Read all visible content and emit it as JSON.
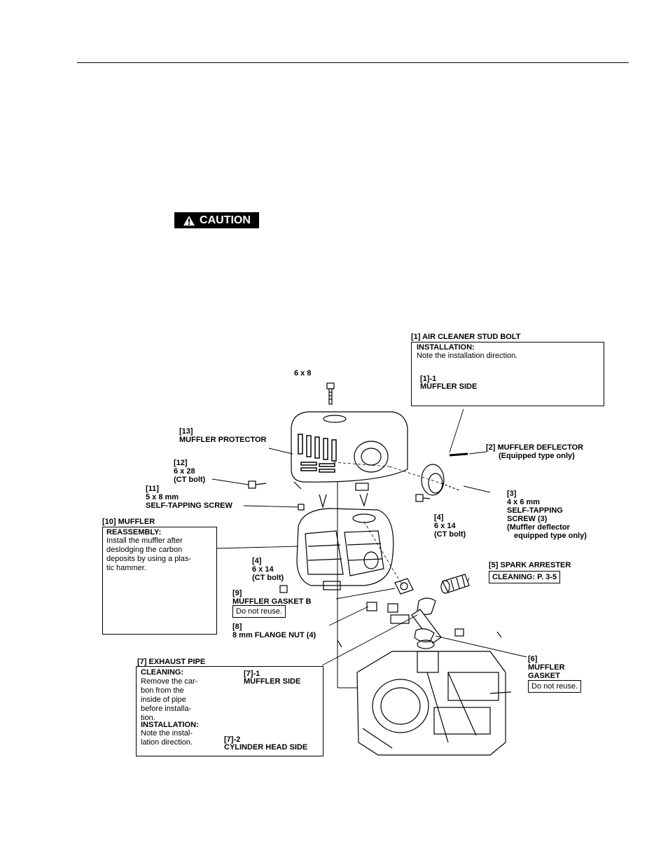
{
  "caution": {
    "label": "CAUTION",
    "icon": "warning-triangle-icon"
  },
  "parts": {
    "p1": {
      "title": "[1] AIR CLEANER STUD BOLT",
      "inst_head": "INSTALLATION:",
      "inst_text": "Note the installation direction.",
      "sub_num": "[1]-1",
      "sub_label": "MUFFLER SIDE"
    },
    "p2": {
      "line1": "[2] MUFFLER DEFLECTOR",
      "line2": "(Equipped type only)"
    },
    "p3": {
      "line1": "[3]",
      "line2": "4 x 6 mm",
      "line3": "SELF-TAPPING",
      "line4": "SCREW (3)",
      "line5": "(Muffler deflector",
      "line6": "equipped type only)"
    },
    "p4a": {
      "line1": "[4]",
      "line2": "6 x 14",
      "line3": "(CT bolt)"
    },
    "p4b": {
      "line1": "[4]",
      "line2": "6 x 14",
      "line3": "(CT bolt)"
    },
    "p5": {
      "title": "[5] SPARK ARRESTER",
      "cleaning": "CLEANING: P. 3-5"
    },
    "p6": {
      "line1": "[6]",
      "line2": "MUFFLER",
      "line3": "GASKET",
      "note": "Do not reuse."
    },
    "p7": {
      "title": "[7] EXHAUST PIPE",
      "clean_head": "CLEANING:",
      "clean_text": [
        "Remove the car-",
        "bon from the",
        "inside of pipe",
        "before installa-",
        "tion."
      ],
      "inst_head": "INSTALLATION:",
      "inst_text": [
        "Note the instal-",
        "lation direction."
      ],
      "sub1_num": "[7]-1",
      "sub1_label": "MUFFLER SIDE",
      "sub2_num": "[7]-2",
      "sub2_label": "CYLINDER HEAD SIDE"
    },
    "p8": {
      "line1": "[8]",
      "line2": "8 mm FLANGE NUT (4)"
    },
    "p9": {
      "line1": "[9]",
      "line2": "MUFFLER GASKET B",
      "note": "Do not reuse."
    },
    "p10": {
      "title": "[10] MUFFLER",
      "head": "REASSEMBLY:",
      "text": [
        "Install the muffler after",
        "deslodging the carbon",
        "deposits by using a plas-",
        "tic hammer."
      ]
    },
    "p11": {
      "line1": "[11]",
      "line2": "5 x 8 mm",
      "line3": "SELF-TAPPING SCREW"
    },
    "p12": {
      "line1": "[12]",
      "line2": "6 x 28",
      "line3": "(CT bolt)"
    },
    "p13": {
      "line1": "[13]",
      "line2": "MUFFLER PROTECTOR"
    },
    "top_bolt": "6 x 8"
  }
}
